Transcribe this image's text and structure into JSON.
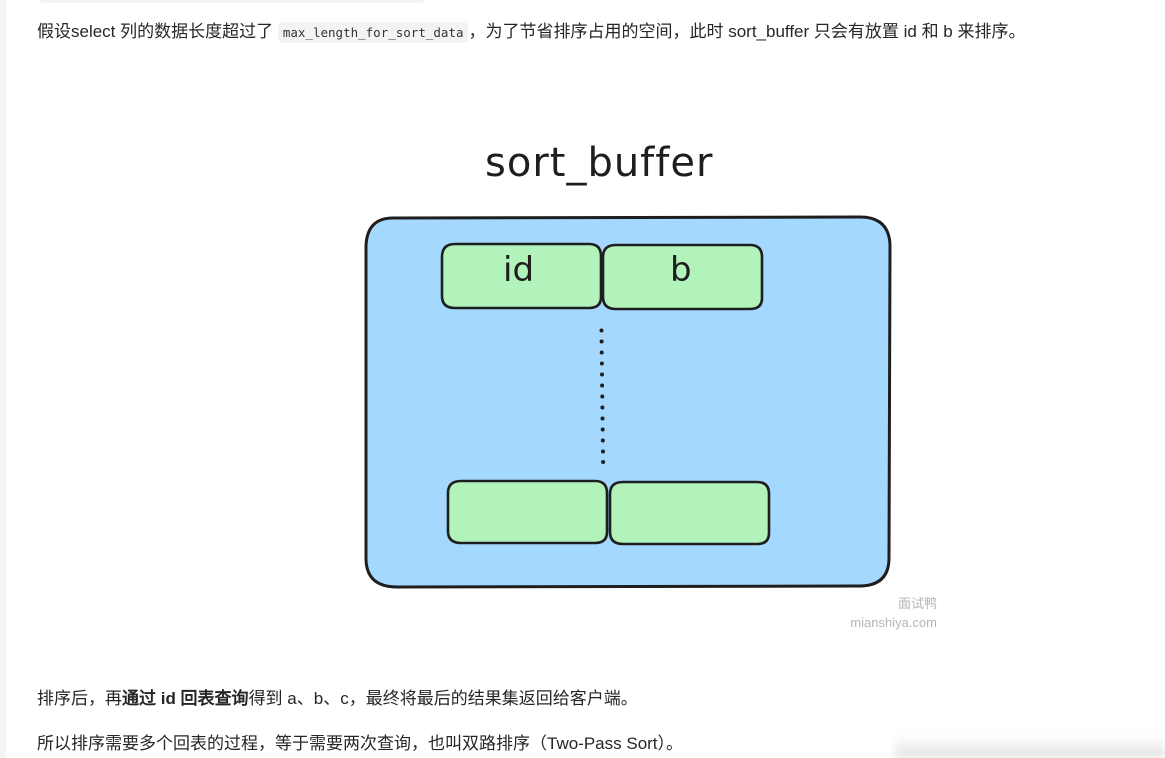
{
  "article": {
    "paragraph_1": {
      "prefix": "假设select 列的数据长度超过了 ",
      "code": "max_length_for_sort_data",
      "suffix": "，为了节省排序占用的空间，此时 sort_buffer 只会有放置 id 和 b 来排序。"
    },
    "diagram": {
      "title": "sort_buffer",
      "colors": {
        "container_fill": "#a5d8ff",
        "cell_fill": "#b2f2bb",
        "stroke": "#1e1e1e"
      },
      "row_1": [
        "id",
        "b"
      ],
      "row_2": [
        "",
        ""
      ],
      "ellipsis": "dotted-vertical-line",
      "watermark": {
        "line_1": "面试鸭",
        "line_2": "mianshiya.com"
      }
    },
    "paragraph_2": {
      "prefix": "排序后，再",
      "bold": "通过 id 回表查询",
      "suffix": "得到 a、b、c，最终将最后的结果集返回给客户端。"
    },
    "paragraph_3": {
      "text": "所以排序需要多个回表的过程，等于需要两次查询，也叫双路排序（Two-Pass Sort）。"
    }
  }
}
